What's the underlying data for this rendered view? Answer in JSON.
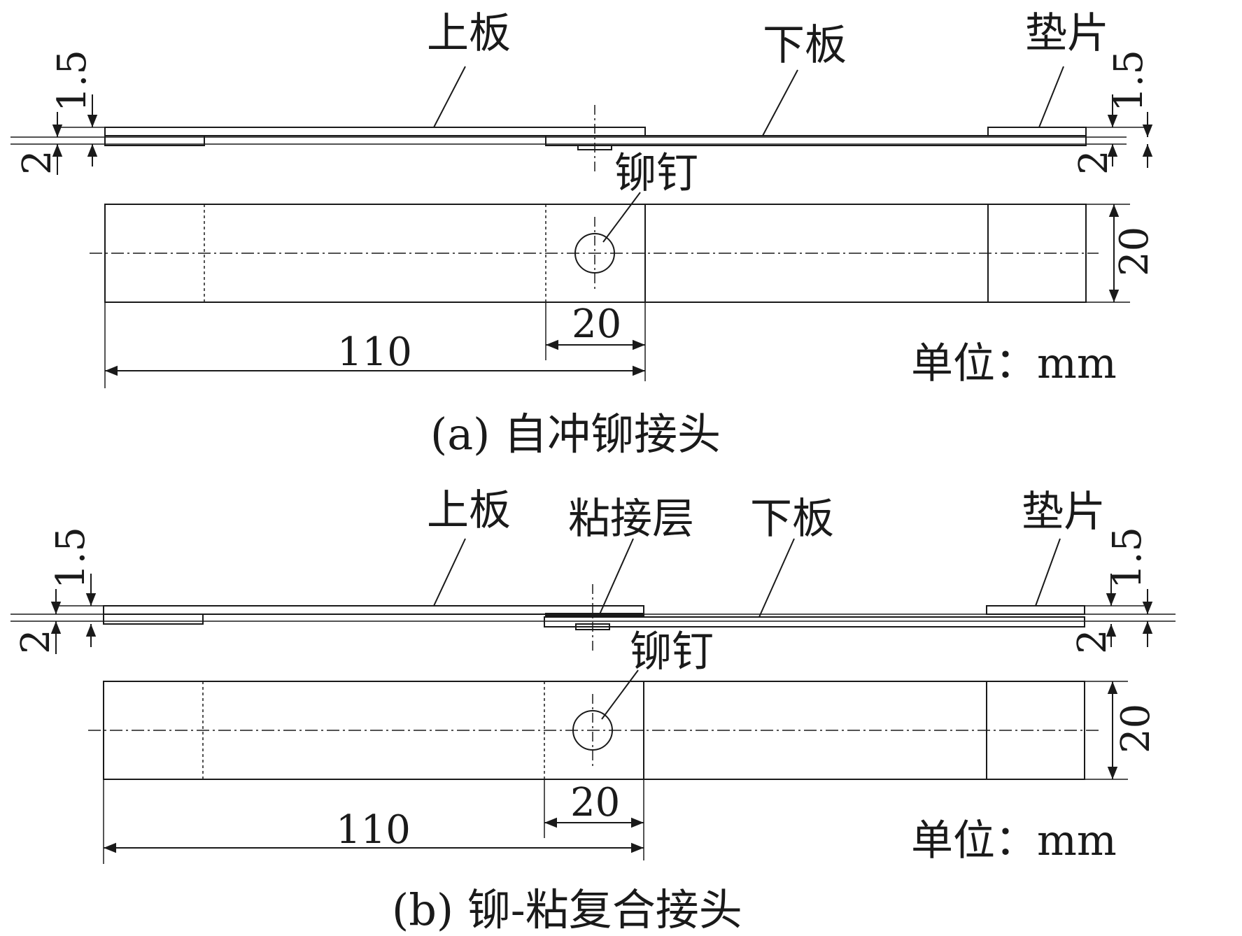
{
  "panel_a": {
    "label_upper": "上板",
    "label_lower": "下板",
    "label_shim": "垫片",
    "label_rivet": "铆钉",
    "dim_left_top": "1.5",
    "dim_left_bottom": "2",
    "dim_right_top": "1.5",
    "dim_right_bottom": "2",
    "dim_width": "20",
    "dim_overlap": "20",
    "dim_length": "110",
    "unit": "单位：mm",
    "caption": "(a)  自冲铆接头"
  },
  "panel_b": {
    "label_upper": "上板",
    "label_adhesive": "粘接层",
    "label_lower": "下板",
    "label_shim": "垫片",
    "label_rivet": "铆钉",
    "dim_left_top": "1.5",
    "dim_left_bottom": "2",
    "dim_right_top": "1.5",
    "dim_right_bottom": "2",
    "dim_width": "20",
    "dim_overlap": "20",
    "dim_length": "110",
    "unit": "单位：mm",
    "caption": "(b)  铆-粘复合接头"
  }
}
